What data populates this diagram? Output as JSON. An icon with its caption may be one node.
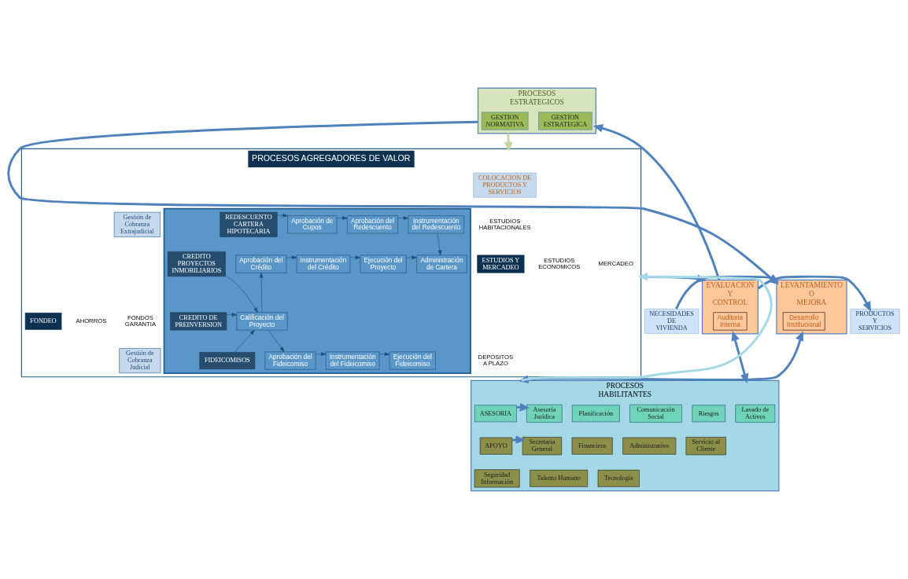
{
  "diagram": {
    "nodes": [
      {
        "text": [
          "NECESIDADES DE VIVIENDA"
        ]
      },
      {
        "text": [
          "PROCESOS ESTRATEGICOS"
        ]
      },
      {
        "text": [
          "GESTION NORMATIVA"
        ],
        "in": 1
      },
      {
        "text": [
          "GESTION ESTRATEGICA"
        ],
        "in": 1
      },
      {
        "text": [
          "LEVANTAMIENTO O MEJORA"
        ]
      },
      {
        "text": [
          "Desarrollo Institucional"
        ],
        "in": 4
      },
      {
        "text": [
          "PROCESOS AGREGADORES DE VALOR"
        ]
      },
      {
        "text": [
          "COLOCACION DE PRODUCTOS Y SERVICIOS"
        ],
        "in": 6
      },
      {
        "text": [
          "ESTUDIOS Y MERCADEO"
        ],
        "in": 6
      },
      {
        "text": [
          "FONDEO"
        ],
        "in": 6
      },
      {
        "text": [],
        "shape": "arrow",
        "in": 6
      },
      {
        "text": [
          "REDESCUENTO CARTERA HIPOTECARIA"
        ],
        "in": 10
      },
      {
        "text": [
          "Aprobación de Cupos"
        ],
        "in": 10
      },
      {
        "text": [
          "Aprobación del Redescuento"
        ],
        "in": 10
      },
      {
        "text": [
          "Instrumentación del Redescuento"
        ],
        "in": 10
      },
      {
        "text": [
          "CREDITO PROYECTOS INMOBILIARIOS"
        ],
        "in": 10
      },
      {
        "text": [
          "Aprobación del Crédito"
        ],
        "in": 10
      },
      {
        "text": [
          "Instrumentación del Crédito"
        ],
        "in": 10
      },
      {
        "text": [
          "Ejecución del Proyecto"
        ],
        "in": 10
      },
      {
        "text": [
          "Administración de Cartera"
        ],
        "in": 10
      },
      {
        "text": [
          "CREDITO DE PREINVERSION"
        ],
        "in": 10
      },
      {
        "text": [
          "Calificación del Proyecto"
        ],
        "in": 10
      },
      {
        "text": [
          "FIDEICOMISOS"
        ],
        "in": 10
      },
      {
        "text": [
          "Aprobación del Fideicomiso"
        ],
        "in": 10
      },
      {
        "text": [
          "Instrumentación del Fideicomiso"
        ],
        "in": 10
      },
      {
        "text": [
          "Ejecución del Fideicomiso"
        ],
        "in": 10
      },
      {
        "text": [
          "Gestión de Cobranza Extrajudicial"
        ],
        "in": 6
      },
      {
        "text": [
          "Gestión de Cobranza Judicial"
        ],
        "in": 6
      },
      {
        "text": [
          "EVALUACION Y CONTROL"
        ]
      },
      {
        "text": [
          "Auditoria Interna"
        ],
        "in": 28
      },
      {
        "text": [
          "PRODUCTOS Y SERVICIOS"
        ]
      },
      {
        "text": [
          "PROCESOS HABILITANTES"
        ]
      },
      {
        "text": [
          "ASESORIA"
        ],
        "in": 31
      },
      {
        "text": [
          "Asesoría Jurídica"
        ],
        "in": 31
      },
      {
        "text": [
          "Planificación"
        ],
        "in": 31
      },
      {
        "text": [
          "Comunicación Social"
        ],
        "in": 31
      },
      {
        "text": [
          "Riesgos"
        ],
        "in": 31
      },
      {
        "text": [
          "Lavado de Activos"
        ],
        "in": 31
      },
      {
        "text": [
          "APOYO"
        ],
        "in": 31
      },
      {
        "text": [
          "Secretaria General"
        ],
        "in": 31
      },
      {
        "text": [
          "Financiero"
        ],
        "in": 31
      },
      {
        "text": [
          "Administrativo"
        ],
        "in": 31
      },
      {
        "text": [
          "Servicio al Cliente"
        ],
        "in": 31
      },
      {
        "text": [
          "Seguridad Información"
        ],
        "in": 31
      },
      {
        "text": [
          "Talento Humano"
        ],
        "in": 31
      },
      {
        "text": [
          "Tecnología"
        ],
        "in": 31
      }
    ],
    "edges": [
      {
        "from": 0,
        "to": 4,
        "arrow": "to",
        "style": "thick",
        "color": "#4f81bd"
      },
      {
        "from": 1,
        "to": 4,
        "arrow": "to",
        "style": "thick",
        "color": "#4f81bd"
      },
      {
        "from": 1,
        "to": 6,
        "arrow": "to",
        "style": "thick",
        "color": "#c3d69b"
      },
      {
        "from": 11,
        "to": 12,
        "arrow": "to"
      },
      {
        "from": 12,
        "to": 13,
        "arrow": "to"
      },
      {
        "from": 13,
        "to": 14,
        "arrow": "to"
      },
      {
        "from": 14,
        "to": 19,
        "arrow": "to"
      },
      {
        "from": 15,
        "to": 21,
        "arrow": "to"
      },
      {
        "from": 16,
        "to": 17,
        "arrow": "to"
      },
      {
        "from": 17,
        "to": 18,
        "arrow": "to"
      },
      {
        "from": 18,
        "to": 19,
        "arrow": "to"
      },
      {
        "from": 20,
        "to": 21,
        "arrow": "to"
      },
      {
        "from": 22,
        "to": 21,
        "arrow": "to"
      },
      {
        "from": 21,
        "to": 16,
        "arrow": "to"
      },
      {
        "from": 21,
        "to": 23,
        "arrow": "to"
      },
      {
        "from": 23,
        "to": 24,
        "arrow": "to"
      },
      {
        "from": 24,
        "to": 25,
        "arrow": "to"
      },
      {
        "from": 6,
        "to": 28,
        "arrow": "to",
        "style": "thick",
        "color": "#4f81bd"
      },
      {
        "from": 28,
        "to": 30,
        "arrow": "to",
        "style": "thick",
        "color": "#4f81bd"
      },
      {
        "from": 28,
        "to": 1,
        "arrow": "to",
        "style": "thick",
        "color": "#4f81bd"
      },
      {
        "from": 31,
        "to": 6,
        "arrow": "to",
        "style": "thick",
        "color": "#a5d8e6"
      },
      {
        "from": 4,
        "to": 31,
        "arrow": "both",
        "style": "thick",
        "color": "#4f81bd"
      },
      {
        "from": 28,
        "to": 31,
        "arrow": "both",
        "style": "thick",
        "color": "#4f81bd"
      },
      {
        "from": 32,
        "to": 33,
        "arrow": "to",
        "style": "thick",
        "color": "#4f81bd"
      },
      {
        "from": 38,
        "to": 39,
        "arrow": "to",
        "style": "thick",
        "color": "#4f81bd"
      }
    ],
    "labels": [
      "ESTUDIOS HABITACIONALES",
      "ESTUDIOS ECONOMICOS",
      "MERCADEO",
      "AHORROS",
      "FONDOS GARANTIA",
      "DEPOSITOS A PLAZO"
    ]
  }
}
